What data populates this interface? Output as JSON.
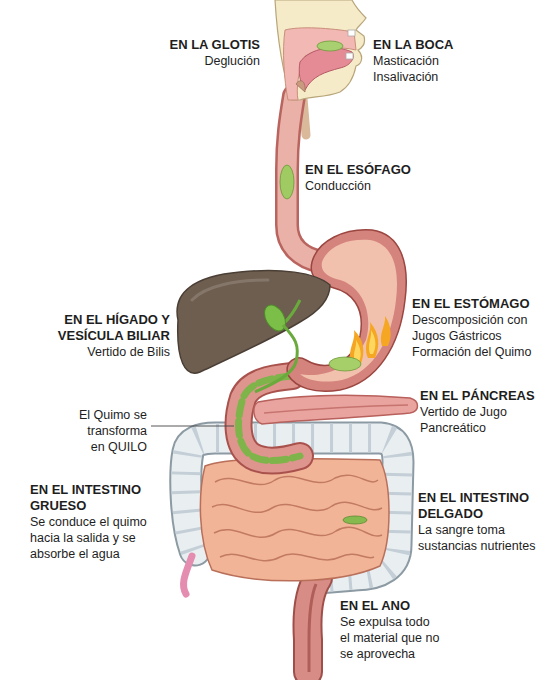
{
  "diagram": {
    "labels": [
      "EN LA GLOTIS",
      "Deglución",
      "EN LA BOCA",
      "Masticación Insalivación",
      "EN EL ESÓFAGO",
      "Conducción",
      "EN EL HÍGADO Y VESÍCULA BILIAR",
      "Vertido de Bilis",
      "EN EL ESTÓMAGO",
      "Descomposición con Jugos Gástricos Formación del Quimo",
      "EN EL PÁNCREAS",
      "Vertido de Jugo Pancreático",
      "El Quimo se transforma en QUILO",
      "EN EL INTESTINO GRUESO",
      "Se conduce el quimo hacia la salida y se absorbe el agua",
      "EN EL INTESTINO DELGADO",
      "La sangre toma sustancias nutrientes",
      "EN EL ANO",
      "Se expulsa todo el material que no se aprovecha"
    ]
  }
}
